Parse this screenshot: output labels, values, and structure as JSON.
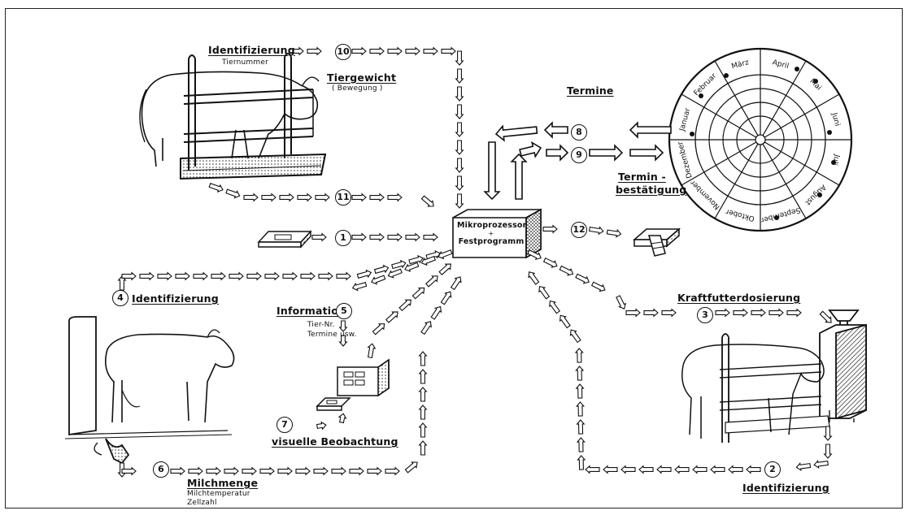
{
  "labels": {
    "identifizierung_top": "Identifizierung",
    "tiernummer": "Tiernummer",
    "tiergewicht": "Tiergewicht",
    "bewegung": "( Bewegung )",
    "termine": "Termine",
    "terminbestaetigung_1": "Termin -",
    "terminbestaetigung_2": "bestätigung",
    "mikroprozessor": "Mikroprozessor",
    "plus": "+",
    "festprogramm": "Festprogramm",
    "identifizierung_left": "Identifizierung",
    "information": "Information",
    "tier_nr": "Tier-Nr.",
    "termine_usw": "Termine usw.",
    "kraftfutterdosierung": "Kraftfutterdosierung",
    "visuelle_beobachtung": "visuelle Beobachtung",
    "milchmenge": "Milchmenge",
    "milchtemperatur": "Milchtemperatur",
    "zellzahl": "Zellzahl",
    "identifizierung_bottom": "Identifizierung"
  },
  "numbers": {
    "n1": "1",
    "n2": "2",
    "n3": "3",
    "n4": "4",
    "n5": "5",
    "n6": "6",
    "n7": "7",
    "n8": "8",
    "n9": "9",
    "n10": "10",
    "n11": "11",
    "n12": "12"
  },
  "calendar": {
    "months": [
      "Januar",
      "Februar",
      "März",
      "April",
      "Mai",
      "Juni",
      "Juli",
      "August",
      "September",
      "Oktober",
      "November",
      "Dezember"
    ]
  },
  "colors": {
    "ink": "#111111",
    "paper": "#ffffff"
  }
}
